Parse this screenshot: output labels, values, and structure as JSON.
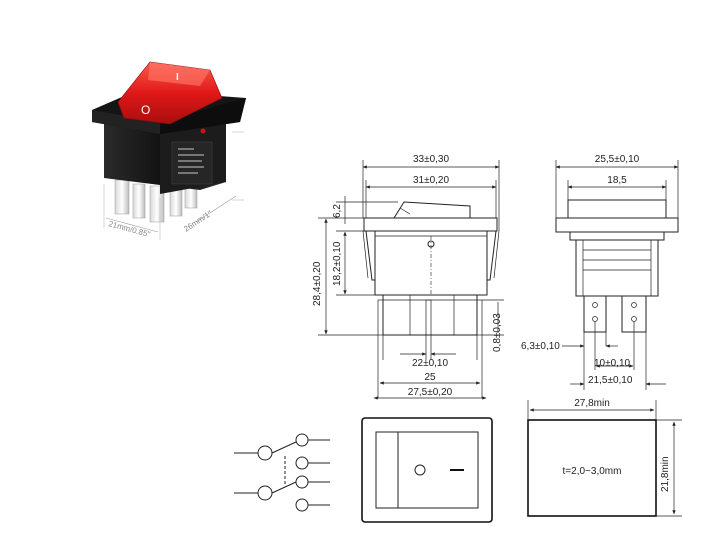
{
  "photo": {
    "switch_on_symbol": "I",
    "switch_off_symbol": "O",
    "width_label": "21mm/0.85\"",
    "height_label": "26mm/1\""
  },
  "front_view": {
    "overall_width": "33±0,30",
    "body_width": "31±0,20",
    "rocker_height": "6,2",
    "body_height": "18,2±0,10",
    "total_height": "28,4±0,20",
    "terminal_thickness": "0,8±0,03",
    "terminal_spacing": "22±0,10",
    "terminal_span": "25",
    "bottom_width": "27,5±0,20"
  },
  "side_view": {
    "overall_width": "25,5±0,10",
    "inner_width": "18,5",
    "terminal_width": "6,3±0,10",
    "terminal_pitch": "10±0,10",
    "bottom_span": "21,5±0,10"
  },
  "panel_cutout": {
    "width": "27,8min",
    "height": "21,8min",
    "thickness": "t=2,0~3,0mm"
  },
  "colors": {
    "line": "#222222",
    "rocker_red": "#e01818",
    "housing_black": "#1a1a1a"
  },
  "icons": {
    "circuit": "dpst-schematic-icon",
    "top_view": "rocker-top-view-icon"
  }
}
